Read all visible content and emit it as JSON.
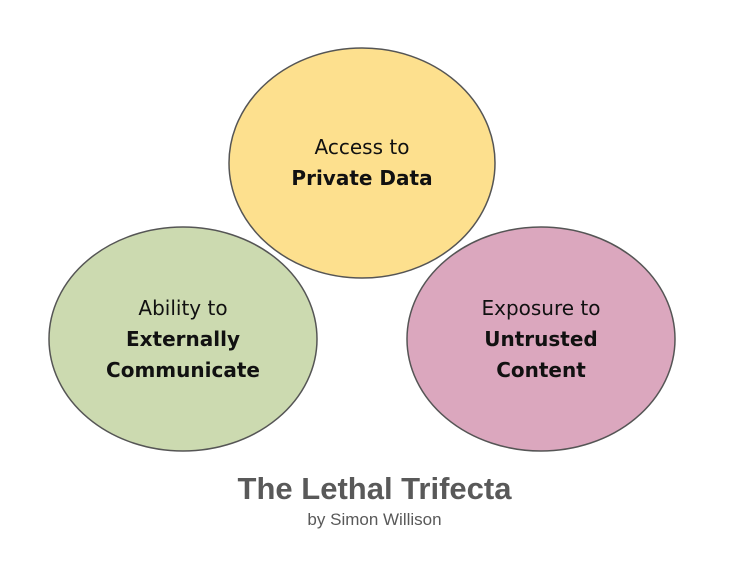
{
  "circles": [
    {
      "line1": "Access to",
      "line2": "Private Data",
      "color": "#fde08e"
    },
    {
      "line1": "Ability to",
      "line2": "Externally",
      "line3": "Communicate",
      "color": "#ccdab0"
    },
    {
      "line1": "Exposure to",
      "line2": "Untrusted",
      "line3": "Content",
      "color": "#dba7be"
    }
  ],
  "title": "The Lethal Trifecta",
  "subtitle": "by Simon Willison"
}
